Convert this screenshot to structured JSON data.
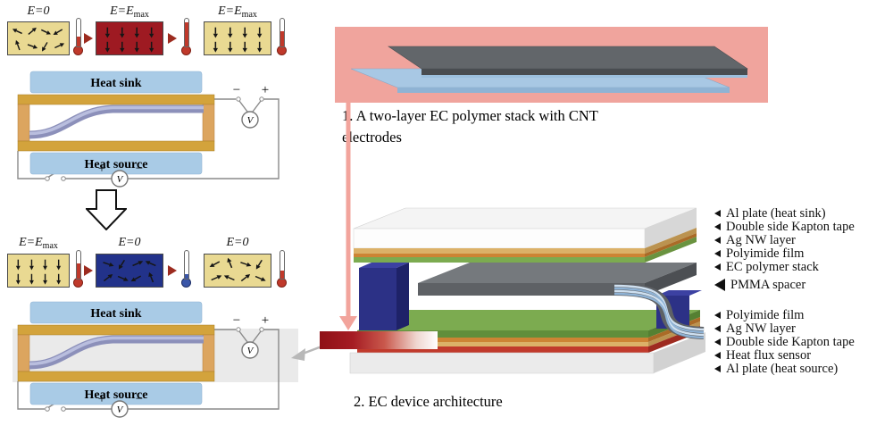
{
  "colors": {
    "warm": "#e9d992",
    "hot": "#9e1a22",
    "cold": "#22328a",
    "heat_plate": "#a9cbe6",
    "electrode_gold": "#d3a33c",
    "spacer_tan": "#dca55f",
    "stack_purple": "#8c90ba",
    "stack_light": "#b9bede",
    "panel_pink": "#f0a49d",
    "pmma_blue": "#2c3186",
    "polyimide_green": "#7cab50",
    "kapton_tan": "#dcb168",
    "agnw_orange": "#cd8434",
    "sensor_red": "#c13a2c",
    "ec_gray": "#75797d",
    "heat_red": "#8f1016"
  },
  "dipole_rows": {
    "top": {
      "states": [
        {
          "label": "E=0",
          "sub": ""
        },
        {
          "label": "E=E",
          "sub": "max"
        },
        {
          "label": "E=E",
          "sub": "max"
        }
      ]
    },
    "bottom": {
      "states": [
        {
          "label": "E=E",
          "sub": "max"
        },
        {
          "label": "E=0",
          "sub": ""
        },
        {
          "label": "E=0",
          "sub": ""
        }
      ]
    }
  },
  "schematic": {
    "heat_sink": "Heat sink",
    "heat_source": "Heat source",
    "voltmeter": "V",
    "plus": "+",
    "minus": "−"
  },
  "right_panel": {
    "step1_caption": "1. A two-layer EC polymer stack with CNT electrodes",
    "step2_caption": "2. EC device architecture",
    "layer_labels": [
      "Al plate (heat sink)",
      "Double side Kapton tape",
      "Ag NW layer",
      "Polyimide film",
      "EC polymer stack",
      "PMMA spacer",
      "Polyimide film",
      "Ag NW layer",
      "Double side Kapton tape",
      "Heat flux sensor",
      "Al plate (heat source)"
    ]
  }
}
